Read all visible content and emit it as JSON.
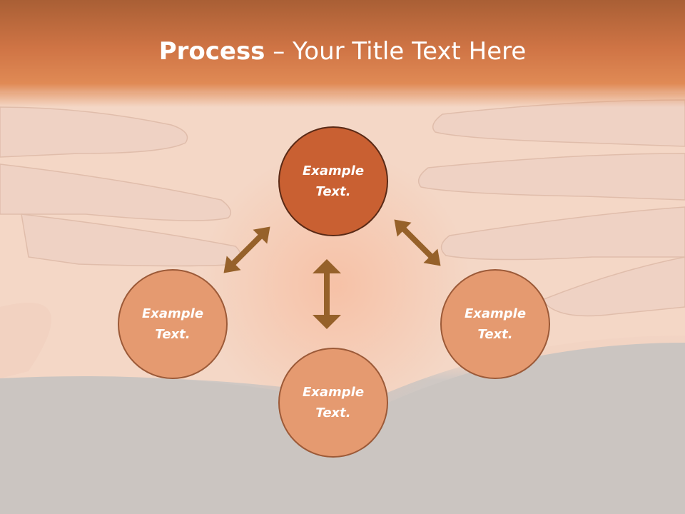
{
  "slide": {
    "title_bold": "Process",
    "title_rest": " – Your Title Text Here",
    "circles": [
      {
        "line1": "Example",
        "line2": "Text."
      },
      {
        "line1": "Example",
        "line2": "Text."
      },
      {
        "line1": "Example",
        "line2": "Text."
      },
      {
        "line1": "Example",
        "line2": "Text."
      }
    ]
  },
  "colors": {
    "title_band": "#cf7445",
    "circle_primary": "#c96032",
    "circle_secondary": "#e59a70",
    "arrow": "#96612a"
  }
}
